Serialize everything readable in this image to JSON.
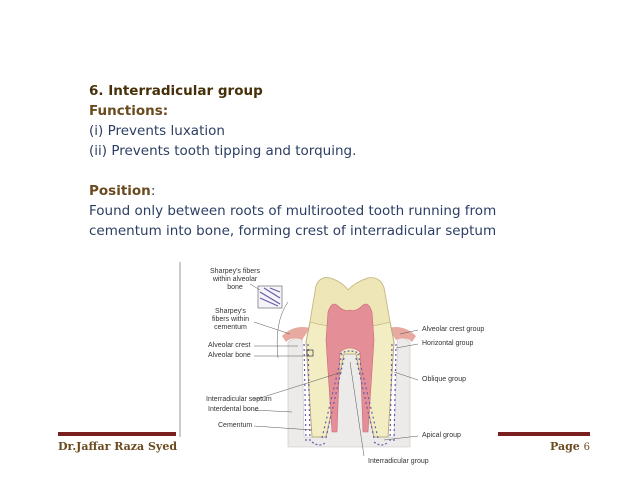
{
  "heading": {
    "title": "6. Interradicular group",
    "functions_label": "Functions:",
    "functions": [
      "(i) Prevents luxation",
      "(ii) Prevents tooth tipping and torquing."
    ],
    "position_label": "Position",
    "position_colon": ":",
    "position_lines": [
      "Found only between roots of multirooted tooth running from",
      "cementum into bone, forming crest of interradicular septum"
    ]
  },
  "figure": {
    "labels_left": {
      "sharpeys_bone": [
        "Sharpey's fibers",
        "within alveolar",
        "bone"
      ],
      "sharpeys_cementum": [
        "Sharpey's",
        "fibers within",
        "cementum"
      ],
      "alveolar_crest": "Alveolar crest",
      "alveolar_bone": "Alveolar bone",
      "interradicular_septum": "Interradicular septum",
      "interdental_bone": "Interdental bone",
      "cementum": "Cementum"
    },
    "labels_right": {
      "alveolar_crest_group": "Alveolar crest group",
      "horizontal_group": "Horizontal group",
      "oblique_group": "Oblique group",
      "apical_group": "Apical group"
    },
    "label_bottom": "Interradicular group",
    "colors": {
      "enamel": "#efe6b8",
      "dentin": "#f3edc4",
      "pulp": "#e48f98",
      "fibers": "#6a5aa8",
      "bone": "#ecebea",
      "gingiva": "#e8a9a0"
    }
  },
  "footer": {
    "author": "Dr.Jaffar Raza Syed",
    "page_label": "Page",
    "page_number": "6",
    "rule_color": "#7a1f1f"
  }
}
